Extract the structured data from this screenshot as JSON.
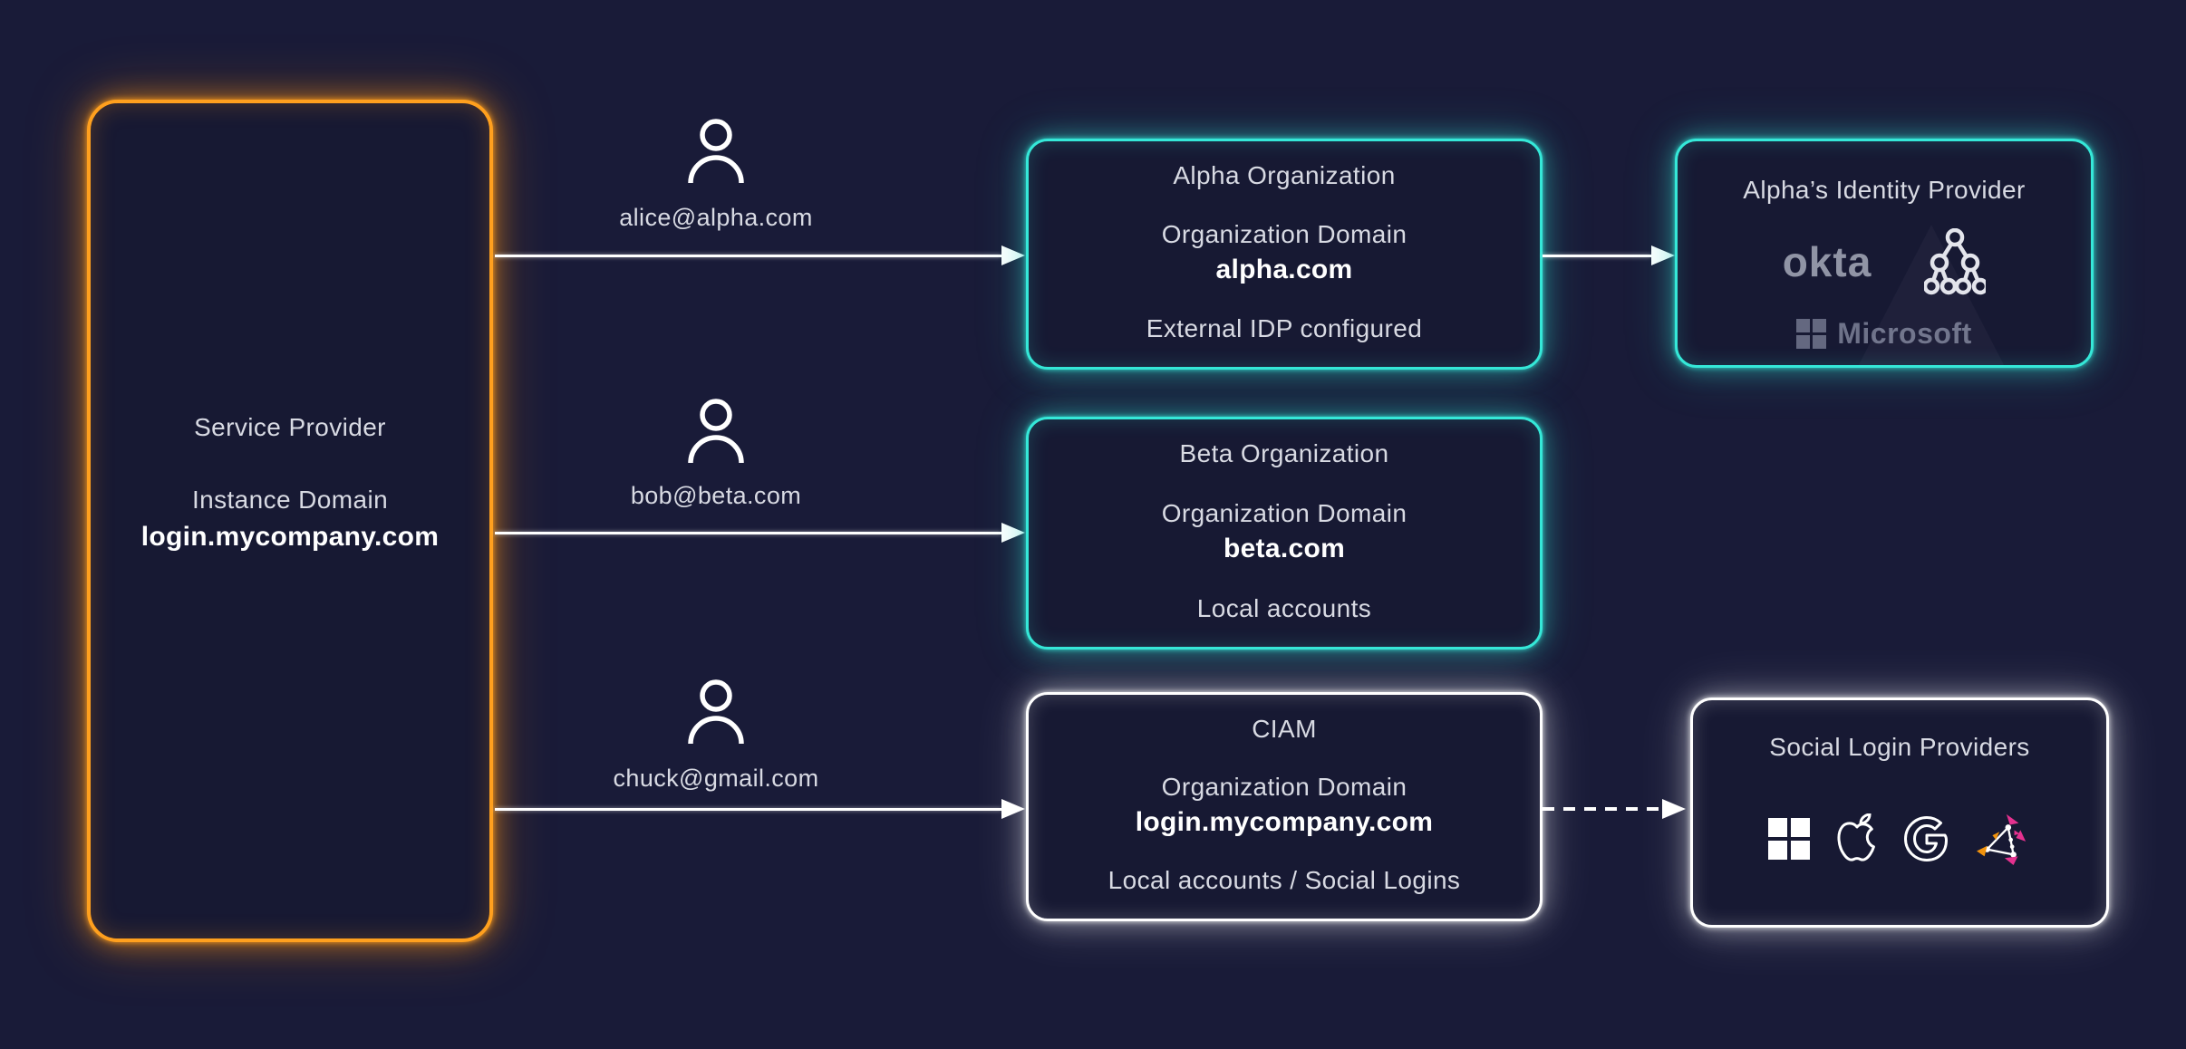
{
  "diagram": {
    "service_provider": {
      "title": "Service Provider",
      "domain_label": "Instance Domain",
      "domain": "login.mycompany.com"
    },
    "users": [
      {
        "email": "alice@alpha.com"
      },
      {
        "email": "bob@beta.com"
      },
      {
        "email": "chuck@gmail.com"
      }
    ],
    "organizations": [
      {
        "title": "Alpha Organization",
        "domain_label": "Organization Domain",
        "domain": "alpha.com",
        "note": "External IDP configured",
        "accent": "#35e8d8"
      },
      {
        "title": "Beta Organization",
        "domain_label": "Organization Domain",
        "domain": "beta.com",
        "note": "Local accounts",
        "accent": "#35e8d8"
      },
      {
        "title": "CIAM",
        "domain_label": "Organization Domain",
        "domain": "login.mycompany.com",
        "note": "Local accounts / Social Logins",
        "accent": "#ffffff"
      }
    ],
    "identity_provider": {
      "title": "Alpha’s Identity Provider",
      "okta_label": "okta",
      "microsoft_label": "Microsoft",
      "icons": [
        "okta-logo",
        "directory-tree-icon",
        "microsoft-logo"
      ]
    },
    "social_login": {
      "title": "Social Login Providers",
      "icons": [
        "microsoft-icon",
        "apple-icon",
        "google-icon",
        "zitadel-icon"
      ]
    },
    "colors": {
      "background": "#191b38",
      "box_fill": "#171933",
      "orange_accent": "#ffa01e",
      "teal_accent": "#35e8d8",
      "white_accent": "#ffffff",
      "text": "#d8dae3",
      "okta_gray": "#9094a5",
      "microsoft_gray": "#6e7289",
      "zitadel_magenta": "#e5318f",
      "zitadel_orange": "#f2930d"
    }
  }
}
